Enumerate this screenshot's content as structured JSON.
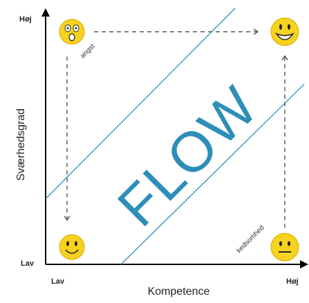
{
  "axes": {
    "y_title": "Sværhedsgrad",
    "x_title": "Kompetence",
    "y_high": "Høj",
    "y_low": "Lav",
    "x_low": "Lav",
    "x_high": "Høj"
  },
  "regions": {
    "flow_label": "FLOW",
    "anxiety_label": "angst",
    "boredom_label": "kedsomhed"
  },
  "faces": {
    "top_left": "scared-face-icon",
    "top_right": "big-smile-face-icon",
    "bottom_left": "smile-face-icon",
    "bottom_right": "neutral-face-icon"
  },
  "colors": {
    "flow_band": "#2d8fb8",
    "face_fill": "#f7d21e",
    "axis": "#000000",
    "arrow": "#555555"
  }
}
